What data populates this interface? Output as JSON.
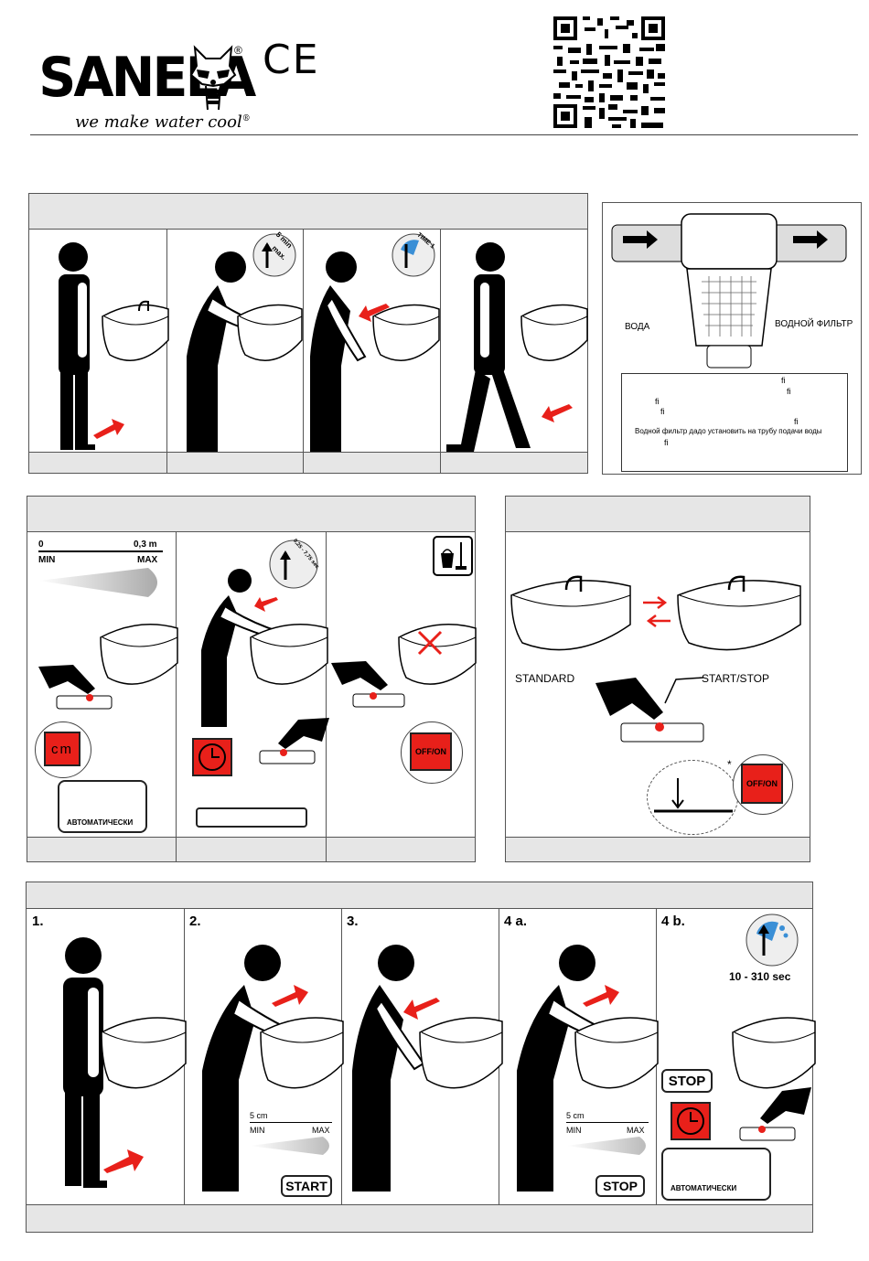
{
  "brand": {
    "name": "SANELA",
    "registered": "®",
    "slogan": "we make water cool",
    "slogan_mark": "®",
    "ce_mark": "CE"
  },
  "colors": {
    "accent_red": "#e8201a",
    "panel_gray": "#e6e6e6",
    "blue": "#3a8fd6",
    "figure": "#000000"
  },
  "panel1": {
    "badge_a": {
      "value": "5 min",
      "unit": "max."
    },
    "badge_b": {
      "label": "TIME 1"
    }
  },
  "filter": {
    "water_label": "ВОДА",
    "filter_label": "ВОДНОЙ ФИЛЬТР",
    "note": "Водной фильтр дадо установить на трубу подачи воды",
    "glyph": "ﬁ"
  },
  "panel2": {
    "range_min": "0",
    "range_max": "0,3 m",
    "min_label": "MIN",
    "max_label": "MAX",
    "unit_display": "cm",
    "auto_label": "АВТОМАТИЧЕСКИ",
    "time_badge": "0,25 - 7,75 sec",
    "off_on": "OFF/ON"
  },
  "panel3": {
    "standard": "STANDARD",
    "start_stop": "START/STOP",
    "asterisk": "*",
    "off_on": "OFF/ON"
  },
  "panel4": {
    "steps": [
      "1.",
      "2.",
      "3.",
      "4 a.",
      "4 b."
    ],
    "range_label": "5 cm",
    "min_label": "MIN",
    "max_label": "MAX",
    "start": "START",
    "stop": "STOP",
    "stop_big": "STOP",
    "time_range": "10 - 310 sec",
    "auto_label": "АВТОМАТИЧЕСКИ"
  }
}
